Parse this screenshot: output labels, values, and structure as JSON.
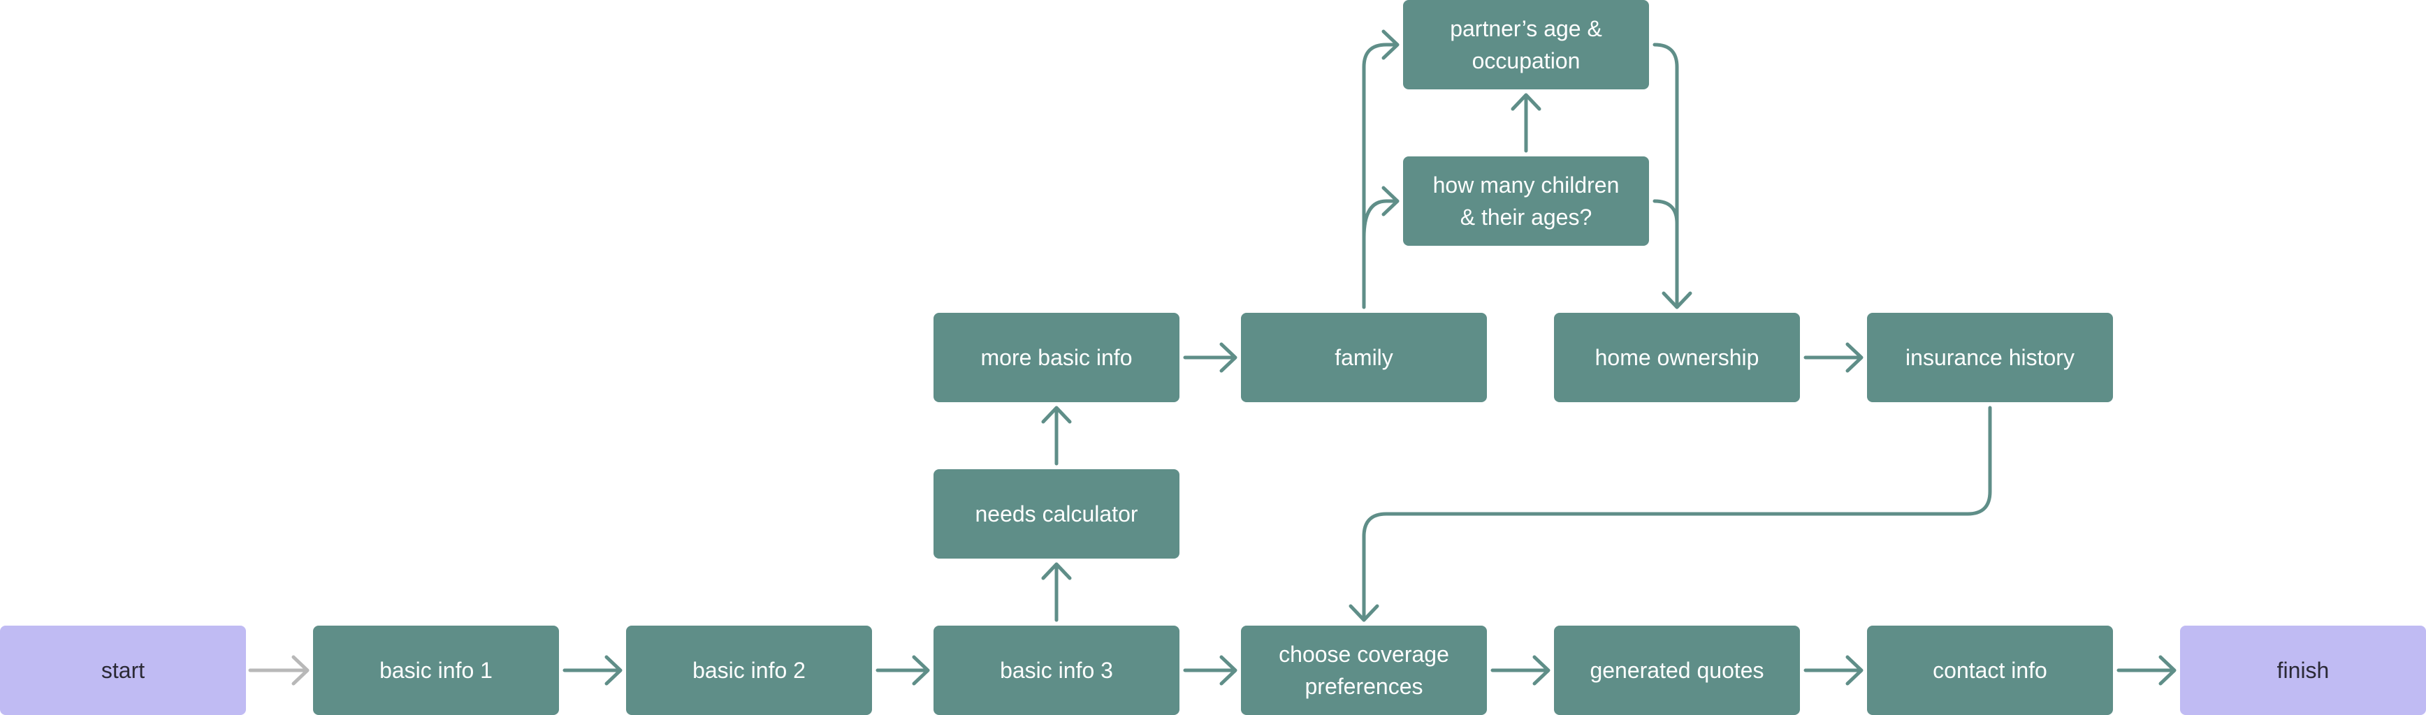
{
  "colors": {
    "step_fill": "#5f8e88",
    "step_text": "#ffffff",
    "terminal_fill": "#c0bbf3",
    "terminal_text": "#2b2a36",
    "connector": "#5f8e88",
    "start_connector": "#b8b8b8"
  },
  "nodes": {
    "start": {
      "label": "start"
    },
    "basic_info_1": {
      "label": "basic info 1"
    },
    "basic_info_2": {
      "label": "basic info 2"
    },
    "basic_info_3": {
      "label": "basic info 3"
    },
    "needs_calculator": {
      "label": "needs calculator"
    },
    "more_basic_info": {
      "label": "more basic info"
    },
    "family": {
      "label": "family"
    },
    "partners_age": {
      "label": "partner’s age &\noccupation"
    },
    "children": {
      "label": "how many children\n& their ages?"
    },
    "home_ownership": {
      "label": "home ownership"
    },
    "insurance_history": {
      "label": "insurance history"
    },
    "coverage": {
      "label": "choose coverage\npreferences"
    },
    "generated_quotes": {
      "label": "generated quotes"
    },
    "contact_info": {
      "label": "contact info"
    },
    "finish": {
      "label": "finish"
    }
  }
}
